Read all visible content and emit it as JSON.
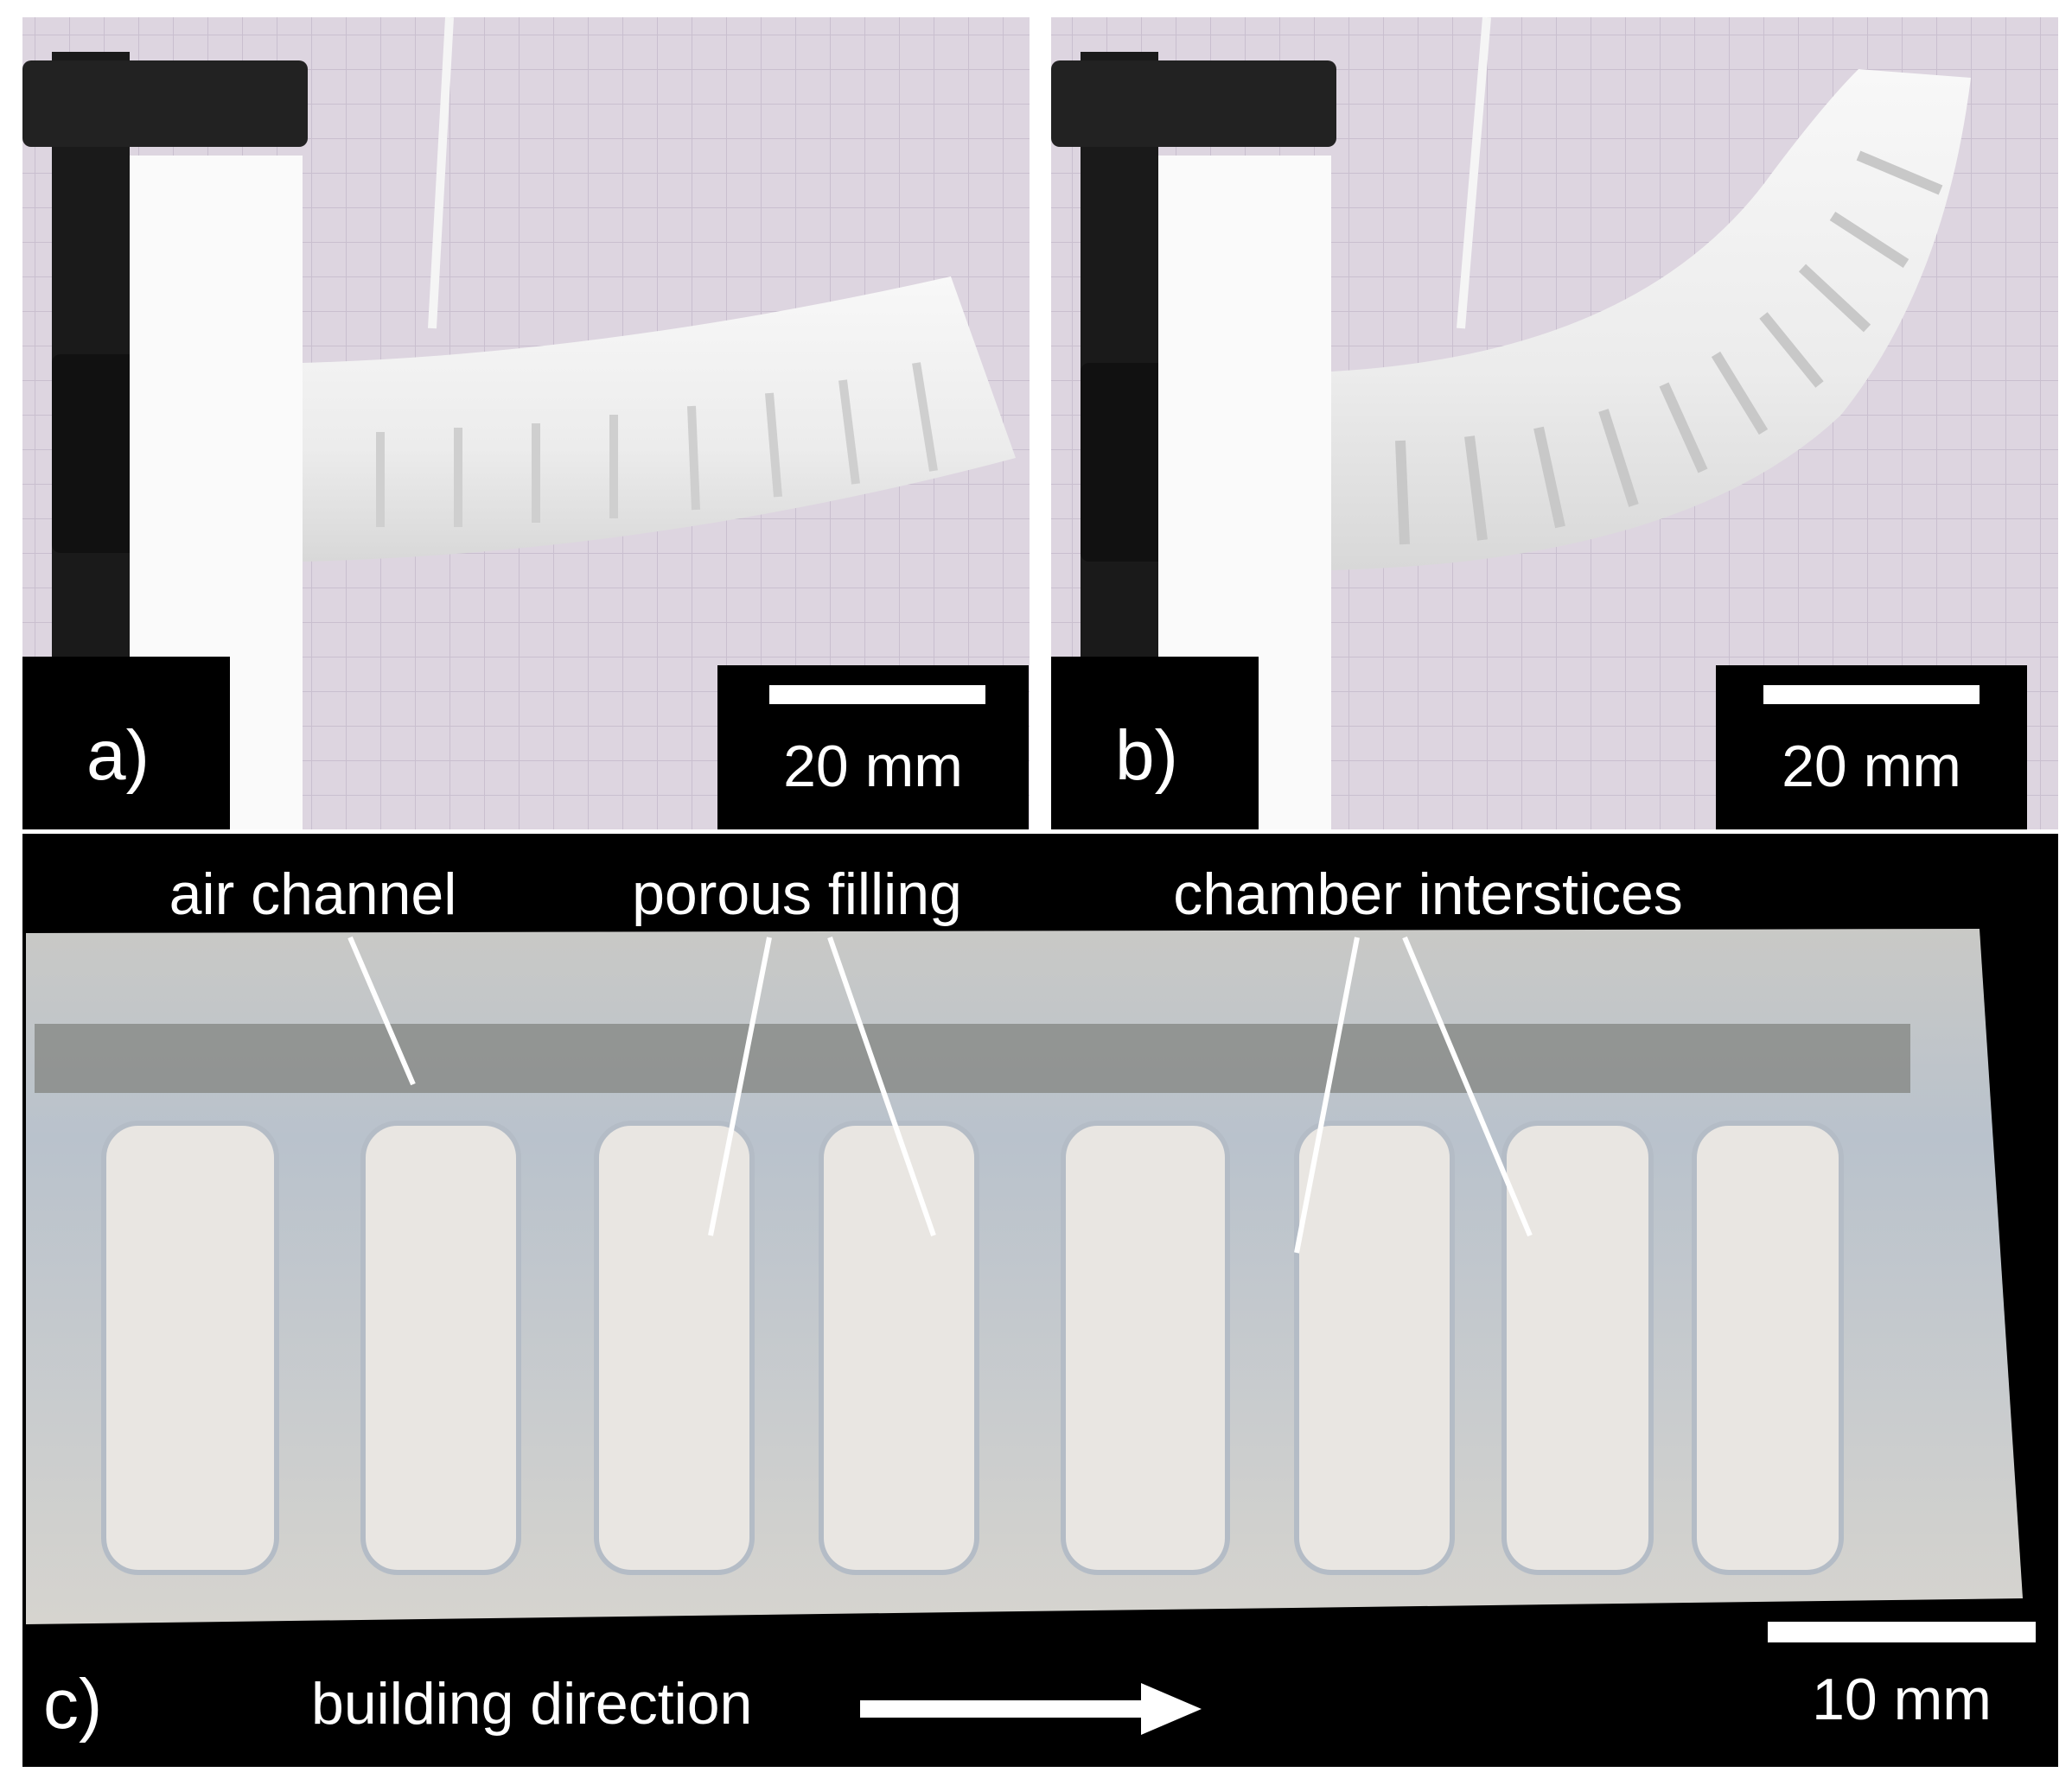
{
  "panels": {
    "a": {
      "label": "a)",
      "scale_text": "20 mm"
    },
    "b": {
      "label": "b)",
      "scale_text": "20 mm"
    },
    "c": {
      "label": "c)",
      "scale_text": "10 mm"
    }
  },
  "annotations": {
    "air_channel": "air channel",
    "porous_filling": "porous filling",
    "chamber_interstices": "chamber interstices",
    "building_direction": "building direction"
  },
  "colors": {
    "label_bg": "#000000",
    "label_text": "#ffffff",
    "background_grid": "#d9d2dc",
    "actuator": "#f2f2f2"
  }
}
